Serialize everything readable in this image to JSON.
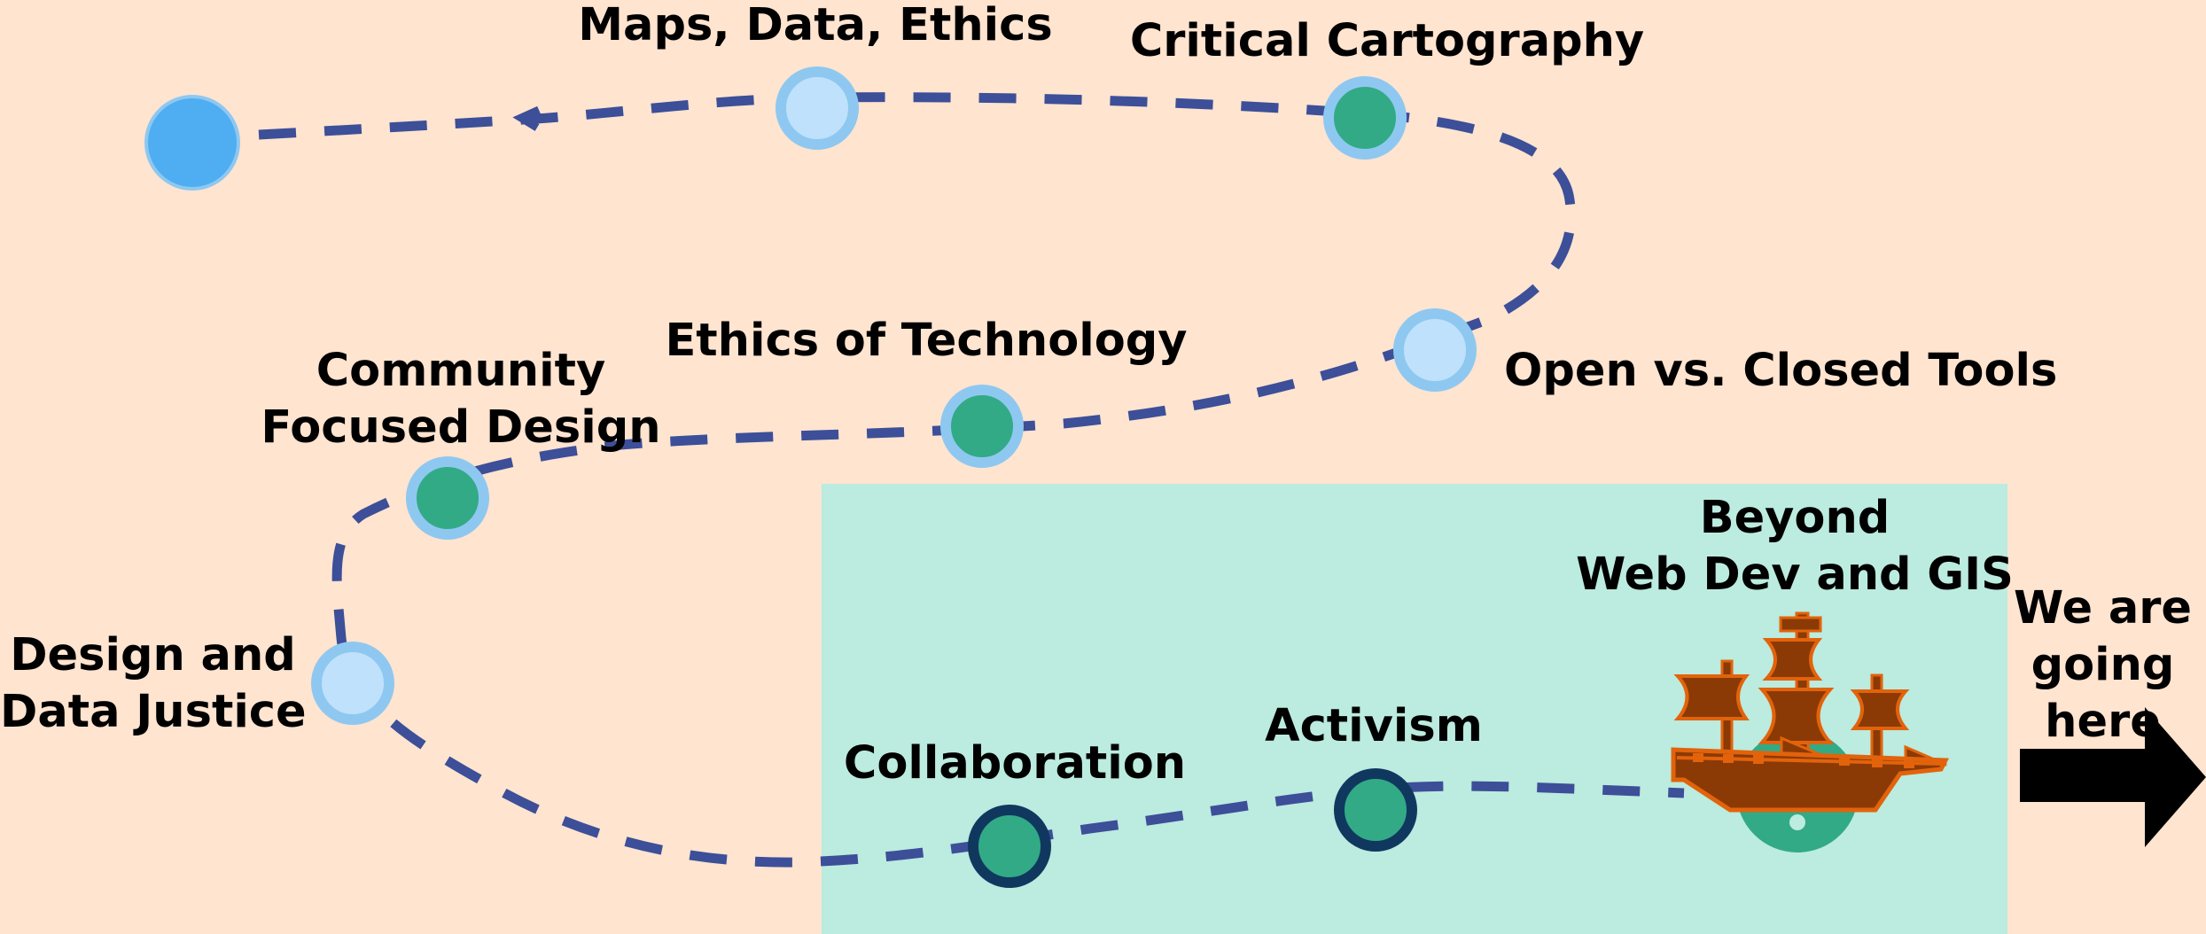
{
  "colors": {
    "background": "#ffe4d0",
    "highlight_zone": "#bcebdf",
    "path": "#3c4f98",
    "ring_light": "#8ec8f0",
    "fill_light": "#bfe1fb",
    "fill_teal": "#32aa86",
    "ring_dark": "#10385f",
    "start_dot": "#4fadf2",
    "ship_hull": "#8b3a06",
    "ship_outline": "#e2630b",
    "arrow": "#000000"
  },
  "labels": {
    "maps": "Maps, Data, Ethics",
    "critical": "Critical Cartography",
    "open_tools": "Open vs. Closed Tools",
    "ethics_tech": "Ethics of Technology",
    "community": [
      "Community",
      "Focused Design"
    ],
    "design_justice": [
      "Design and",
      "Data Justice"
    ],
    "collaboration": "Collaboration",
    "activism": "Activism",
    "beyond": [
      "Beyond",
      "Web Dev and GIS"
    ],
    "going": [
      "We are",
      "going",
      "here"
    ]
  },
  "icons": {
    "ship": "ship-icon",
    "arrow": "arrow-right-icon",
    "direction": "chevron-left-icon"
  }
}
